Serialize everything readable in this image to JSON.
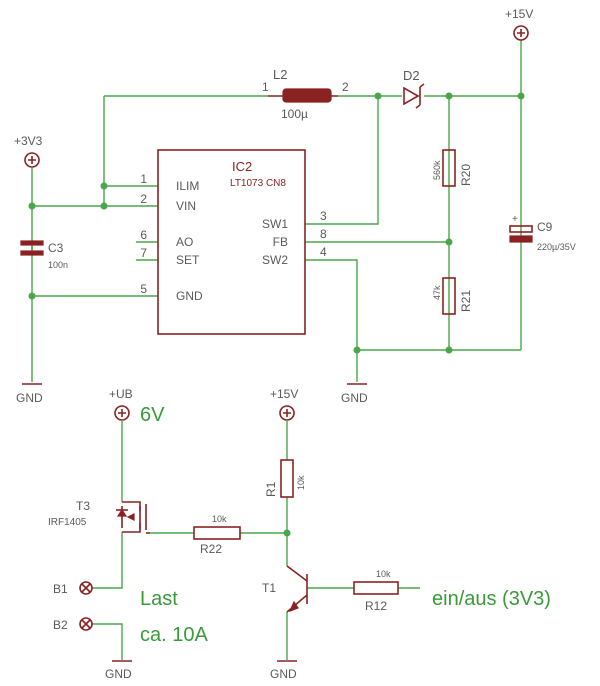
{
  "ic": {
    "name": "IC2",
    "part": "LT1073 CN8",
    "pins_left": [
      {
        "num": "1",
        "label": "ILIM"
      },
      {
        "num": "2",
        "label": "VIN"
      },
      {
        "num": "6",
        "label": "AO"
      },
      {
        "num": "7",
        "label": "SET"
      },
      {
        "num": "5",
        "label": "GND"
      }
    ],
    "pins_right": [
      {
        "num": "3",
        "label": "SW1"
      },
      {
        "num": "8",
        "label": "FB"
      },
      {
        "num": "4",
        "label": "SW2"
      }
    ]
  },
  "inductor": {
    "name": "L2",
    "value": "100µ",
    "pin1": "1",
    "pin2": "2"
  },
  "diode": {
    "name": "D2"
  },
  "r20": {
    "name": "R20",
    "value": "560k"
  },
  "r21": {
    "name": "R21",
    "value": "47k"
  },
  "c9": {
    "name": "C9",
    "value": "220µ/35V",
    "plus": "+"
  },
  "c3": {
    "name": "C3",
    "value": "100n"
  },
  "supplies": {
    "v3v3": "+3V3",
    "v15_top": "+15V",
    "v15_mid": "+15V",
    "vub": "+UB"
  },
  "grounds": {
    "g1": "GND",
    "g2": "GND",
    "g3": "GND",
    "g4": "GND"
  },
  "t3": {
    "name": "T3",
    "part": "IRF1405"
  },
  "r22": {
    "name": "R22",
    "value": "10k"
  },
  "r1": {
    "name": "R1",
    "value": "10k"
  },
  "t1": {
    "name": "T1"
  },
  "r12": {
    "name": "R12",
    "value": "10k"
  },
  "connectors": {
    "b1": "B1",
    "b2": "B2"
  },
  "notes": {
    "voltage": "6V",
    "load": "Last",
    "current": "ca. 10A",
    "switch": "ein/aus (3V3)"
  }
}
